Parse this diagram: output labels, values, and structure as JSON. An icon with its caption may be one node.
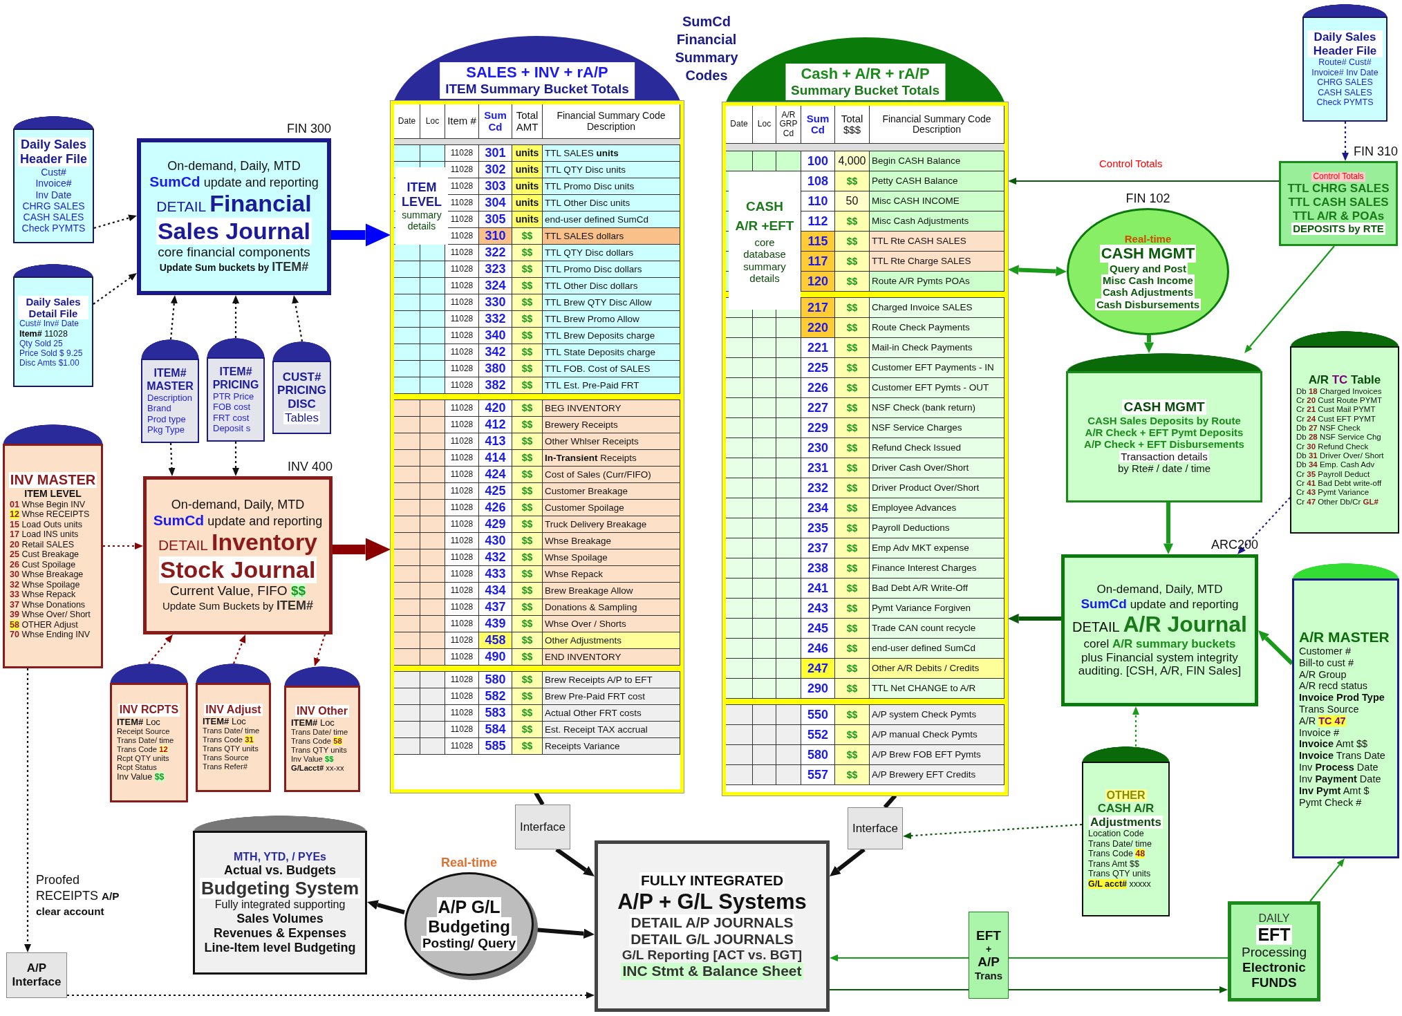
{
  "diagram": {
    "nodes": [
      {
        "text": [
          "Daily Sales Header File",
          "Cust#",
          "Invoice#",
          "Inv Date",
          "CHRG SALES",
          "CASH SALES",
          "Check PYMTS"
        ]
      },
      {
        "text": [
          "Daily Sales Detail File",
          "Cust# Inv# Date",
          "**Item#** 11028",
          "Qty Sold 25",
          "Price Sold $ 9.25",
          "Disc Amts $1.00"
        ]
      },
      {
        "text": [
          "On-demand, Daily, MTD",
          "**SumCd** update and reporting",
          "DETAIL **Financial**",
          "Sales Journal",
          "core financial components",
          "Update Sum buckets by **ITEM#**"
        ],
        "beside": [
          "FIN 300"
        ]
      },
      {
        "text": [
          "ITEM# MASTER",
          "Description",
          "Brand",
          "Prod type",
          "Pkg Type"
        ]
      },
      {
        "text": [
          "ITEM# PRICING",
          "PTR Price",
          "FOB cost",
          "FRT cost",
          "Deposit s"
        ]
      },
      {
        "text": [
          "CUST# PRICING DISC",
          "Tables"
        ]
      },
      {
        "text": [
          "INV MASTER",
          "ITEM LEVEL",
          "**01** Whse Begin INV",
          "**12** Whse RECEIPTS",
          "**15** Load Outs units",
          "**17** Load INS units",
          "**20** Retail SALES",
          "**25** Cust Breakage",
          "**26** Cust Spoilage",
          "**30** Whse Breakage",
          "**32** Whse Spoilage",
          "**33** Whse Repack",
          "**37** Whse Donations",
          "**39** Whse Over/ Short",
          "**58** OTHER Adjust",
          "**70** Whse Ending INV"
        ]
      },
      {
        "text": [
          "On-demand, Daily, MTD",
          "**SumCd** update and reporting",
          "DETAIL **Inventory**",
          "Stock Journal",
          "Current Value, FIFO **$$**",
          "Update Sum Buckets by **ITEM#**"
        ],
        "beside": [
          "INV 400"
        ]
      },
      {
        "text": [
          "INV RCPTS",
          "**ITEM#** Loc",
          "Receipt Source",
          "Trans Date/ time",
          "Trans Code **12**",
          "Rcpt QTY units",
          "Rcpt Status",
          "Inv Value **$$**"
        ]
      },
      {
        "text": [
          "INV Adjust",
          "**ITEM#** Loc",
          "Trans Date/ time",
          "Trans Code **31**",
          "Trans QTY units",
          "Trans Source",
          "Trans Refer#"
        ]
      },
      {
        "text": [
          "INV Other",
          "**ITEM#** Loc",
          "Trans Date/ time",
          "Trans Code **58**",
          "Trans QTY units",
          "Inv Value **$$**",
          "**G/Lacct#** xx-xx"
        ]
      },
      {
        "text": [
          "SALES + INV + rA/P",
          "ITEM Summary Bucket Totals",
          "Date",
          "Loc",
          "Item #",
          "Sum Cd",
          "Total AMT",
          "Financial Summary Code Description",
          "11028",
          "301",
          "units",
          "TTL SALES **units**",
          "11028",
          "302",
          "units",
          "TTL QTY Disc units",
          "11028",
          "303",
          "units",
          "TTL Promo Disc units",
          "11028",
          "304",
          "units",
          "TTL Other Disc units",
          "11028",
          "305",
          "units",
          "end-user defined SumCd",
          "11028",
          "310",
          "$$",
          "TTL SALES dollars",
          "11028",
          "322",
          "$$",
          "TTL QTY Disc dollars",
          "11028",
          "323",
          "$$",
          "TTL Promo Disc dollars",
          "11028",
          "324",
          "$$",
          "TTL Other Disc dollars",
          "11028",
          "330",
          "$$",
          "TTL Brew QTY Disc Allow",
          "11028",
          "332",
          "$$",
          "TTL Brew Promo Allow",
          "11028",
          "340",
          "$$",
          "TTL Brew Deposits charge",
          "11028",
          "342",
          "$$",
          "TTL State Deposits charge",
          "11028",
          "380",
          "$$",
          "TTL FOB. Cost of SALES",
          "11028",
          "382",
          "$$",
          "TTL Est. Pre-Paid FRT",
          "11028",
          "420",
          "$$",
          "BEG INVENTORY",
          "11028",
          "412",
          "$$",
          "Brewery Receipts",
          "11028",
          "413",
          "$$",
          "Other Whlser Receipts",
          "11028",
          "414",
          "$$",
          "**In-Transient** Receipts",
          "11028",
          "424",
          "$$",
          "Cost of Sales (Curr/FIFO)",
          "11028",
          "425",
          "$$",
          "Customer Breakage",
          "11028",
          "426",
          "$$",
          "Customer Spoilage",
          "11028",
          "429",
          "$$",
          "Truck Delivery Breakage",
          "11028",
          "430",
          "$$",
          "Whse Breakage",
          "11028",
          "432",
          "$$",
          "Whse Spoilage",
          "11028",
          "433",
          "$$",
          "Whse Repack",
          "11028",
          "434",
          "$$",
          "Brew Breakage Allow",
          "11028",
          "437",
          "$$",
          "Donations & Sampling",
          "11028",
          "439",
          "$$",
          "Whse Over / Shorts",
          "11028",
          "458",
          "$$",
          "Other Adjustments",
          "11028",
          "490",
          "$$",
          "END INVENTORY",
          "11028",
          "580",
          "$$",
          "Brew Receipts A/P to EFT",
          "11028",
          "582",
          "$$",
          "Brew Pre-Paid FRT cost",
          "11028",
          "583",
          "$$",
          "Actual Other FRT costs",
          "11028",
          "584",
          "$$",
          "Est. Receipt TAX accrual",
          "11028",
          "585",
          "$$",
          "Receipts Variance"
        ]
      },
      {
        "text": [
          "ITEM LEVEL",
          "summary details"
        ],
        "in": 11
      },
      {
        "text": [
          "Cash + A/R + rA/P",
          "Summary Bucket Totals",
          "Date",
          "Loc",
          "A/R GRP Cd",
          "Sum Cd",
          "Total $$$",
          "Financial Summary Code Description",
          "100",
          "4,000",
          "Begin CASH Balance",
          "108",
          "$$",
          "Petty CASH Balance",
          "110",
          "50",
          "Misc CASH INCOME",
          "112",
          "$$",
          "Misc Cash Adjustments",
          "115",
          "$$",
          "TTL Rte CASH SALES",
          "117",
          "$$",
          "TTL Rte Charge SALES",
          "120",
          "$$",
          "Route A/R Pymts POAs",
          "217",
          "$$",
          "Charged Invoice SALES",
          "220",
          "$$",
          "Route Check Payments",
          "221",
          "$$",
          "Mail-in Check Payments",
          "225",
          "$$",
          "Customer EFT Payments - IN",
          "226",
          "$$",
          "Customer EFT Pymts - OUT",
          "227",
          "$$",
          "NSF Check (bank return)",
          "229",
          "$$",
          "NSF Service Charges",
          "230",
          "$$",
          "Refund Check Issued",
          "231",
          "$$",
          "Driver Cash Over/Short",
          "232",
          "$$",
          "Driver Product Over/Short",
          "234",
          "$$",
          "Employee Advances",
          "235",
          "$$",
          "Payroll Deductions",
          "237",
          "$$",
          "Emp Adv MKT expense",
          "238",
          "$$",
          "Finance Interest Charges",
          "241",
          "$$",
          "Bad Debt A/R Write-Off",
          "243",
          "$$",
          "Pymt Variance Forgiven",
          "245",
          "$$",
          "Trade CAN count recycle",
          "246",
          "$$",
          "end-user defined SumCd",
          "247",
          "$$",
          "Other A/R Debits / Credits",
          "290",
          "$$",
          "TTL Net CHANGE to A/R",
          "550",
          "$$",
          "A/P system Check Pymts",
          "552",
          "$$",
          "A/P manual Check Pymts",
          "580",
          "$$",
          "A/P Brew FOB EFT Pymts",
          "557",
          "$$",
          "A/P Brewery EFT Credits"
        ]
      },
      {
        "text": [
          "CASH A/R +EFT",
          "core database summary details"
        ],
        "in": 13
      },
      {
        "text": [
          "Interface"
        ]
      },
      {
        "text": [
          "Interface"
        ]
      },
      {
        "text": [
          "MTH, YTD, / PYEs",
          "Actual vs. Budgets",
          "Budgeting System",
          "Fully integrated supporting",
          "Sales Volumes",
          "Revenues & Expenses",
          "Line-Item level Budgeting"
        ]
      },
      {
        "text": [
          "A/P G/L",
          "Budgeting",
          "Posting/ Query"
        ],
        "beside": [
          "Real-time"
        ]
      },
      {
        "text": [
          "FULLY INTEGRATED",
          "A/P + G/L Systems",
          "DETAIL A/P JOURNALS",
          "DETAIL G/L JOURNALS",
          "G/L Reporting [ACT vs. BGT]",
          "INC Stmt & Balance Sheet"
        ]
      },
      {
        "text": [
          "A/P Interface"
        ]
      },
      {
        "text": [
          "Daily Sales Header File",
          "Route# Cust#",
          "Invoice# Inv Date",
          "CHRG SALES",
          "CASH SALES",
          "Check PYMTS"
        ]
      },
      {
        "text": [
          "Control Totals",
          "TTL CHRG SALES",
          "TTL CASH SALES",
          "TTL A/R & POAs",
          "DEPOSITS by RTE"
        ],
        "beside": [
          "FIN 310"
        ]
      },
      {
        "text": [
          "Real-time",
          "CASH MGMT",
          "Query and Post",
          "Misc Cash Income",
          "Cash Adjustments",
          "Cash Disbursements"
        ],
        "beside": [
          "FIN 102"
        ]
      },
      {
        "text": [
          "CASH MGMT",
          "CASH Sales Deposits by Route",
          "A/R Check + EFT Pymt Deposits",
          "A/P Check + EFT Disbursements",
          "Transaction details",
          "by Rte# / date / time"
        ]
      },
      {
        "text": [
          "A/R **TC** Table",
          "Db **18** Charged Invoices",
          "Cr **20** Cust Route PYMT",
          "Cr **21** Cust Mail PYMT",
          "Cr **24** Cust EFT PYMT",
          "Db **27** NSF Check",
          "Db **28** NSF Service Chg",
          "Cr **30** Refund Check",
          "Db **31** Driver Over/ Short",
          "Db **34** Emp. Cash Adv",
          "Cr **35** Payroll Deduct",
          "Cr **41** Bad Debt write-off",
          "Cr **43** Pymt Variance",
          "Cr **47** Other Db/Cr **GL#**"
        ]
      },
      {
        "text": [
          "On-demand, Daily, MTD",
          "**SumCd** update and reporting",
          "DETAIL **A/R Journal**",
          "corel **A/R summary buckets**",
          "plus Financial system integrity",
          "auditing. [CSH, A/R, FIN Sales]"
        ],
        "beside": [
          "ARC200"
        ]
      },
      {
        "text": [
          "A/R MASTER",
          "Customer #",
          "Bill-to cust #",
          "A/R Group",
          "A/R recd status",
          "**Invoice Prod Type**",
          "Trans Source",
          "A/R **TC 47**",
          "Invoice #",
          "**Invoice** Amt $$",
          "**Invoice** Trans Date",
          "Inv **Process** Date",
          "Inv **Payment** Date",
          "**Inv Pymt** Amt $",
          "Pymt Check #"
        ]
      },
      {
        "text": [
          "OTHER",
          "CASH A/R",
          "Adjustments",
          "Location Code",
          "Trans Date/ time",
          "Trans Code **48**",
          "Trans Amt $$",
          "Trans QTY units",
          "**G/L acct#** xxxxx"
        ]
      },
      {
        "text": [
          "EFT",
          "+",
          "A/P",
          "Trans"
        ]
      },
      {
        "text": [
          "DAILY",
          "EFT",
          "Processing",
          "Electronic FUNDS"
        ]
      }
    ],
    "edges": [
      {
        "from": 0,
        "to": 2,
        "arrow": "to",
        "style": "dashed"
      },
      {
        "from": 1,
        "to": 2,
        "arrow": "to",
        "style": "dashed"
      },
      {
        "from": 3,
        "to": 2,
        "arrow": "to",
        "style": "dashed"
      },
      {
        "from": 4,
        "to": 2,
        "arrow": "to",
        "style": "dashed"
      },
      {
        "from": 5,
        "to": 2,
        "arrow": "to",
        "style": "dashed"
      },
      {
        "from": 3,
        "to": 7,
        "arrow": "to",
        "style": "dashed"
      },
      {
        "from": 4,
        "to": 7,
        "arrow": "to",
        "style": "dashed"
      },
      {
        "from": 6,
        "to": 7,
        "arrow": "to",
        "style": "dashed",
        "color": "#8b0000"
      },
      {
        "from": 8,
        "to": 7,
        "arrow": "to",
        "style": "dashed",
        "color": "#8b0000"
      },
      {
        "from": 9,
        "to": 7,
        "arrow": "to",
        "style": "dashed",
        "color": "#8b0000"
      },
      {
        "from": 7,
        "to": 10,
        "arrow": "to",
        "style": "dashed",
        "color": "#8b0000"
      },
      {
        "from": 2,
        "to": 11,
        "arrow": "to",
        "style": "thick",
        "color": "#0000ff"
      },
      {
        "from": 7,
        "to": 11,
        "arrow": "to",
        "style": "thick",
        "color": "#8b0000"
      },
      {
        "from": 6,
        "to": 20,
        "arrow": "to",
        "style": "dashed",
        "label": "Proofed RECEIPTS **A/P clear account**"
      },
      {
        "from": 20,
        "to": 19,
        "arrow": "to",
        "style": "dashed"
      },
      {
        "from": 11,
        "to": 15,
        "arrow": "none",
        "style": "thick"
      },
      {
        "from": 15,
        "to": 19,
        "arrow": "to",
        "style": "thick"
      },
      {
        "from": 13,
        "to": 16,
        "arrow": "none",
        "style": "thick"
      },
      {
        "from": 16,
        "to": 19,
        "arrow": "to",
        "style": "thick"
      },
      {
        "from": 28,
        "to": 16,
        "arrow": "to",
        "style": "dashed",
        "color": "#0a5a0a"
      },
      {
        "from": 18,
        "to": 17,
        "arrow": "to",
        "style": "thick"
      },
      {
        "from": 18,
        "to": 19,
        "arrow": "to",
        "style": "thick"
      },
      {
        "from": 22,
        "to": 13,
        "arrow": "to",
        "color": "#0a5a0a",
        "label": "Control Totals"
      },
      {
        "from": 23,
        "to": 13,
        "arrow": "both",
        "style": "thick",
        "color": "#1a9a1a"
      },
      {
        "from": 23,
        "to": 24,
        "arrow": "to",
        "style": "thick",
        "color": "#1a9a1a"
      },
      {
        "from": 22,
        "to": 24,
        "arrow": "to",
        "color": "#1a9a1a"
      },
      {
        "from": 21,
        "to": 22,
        "arrow": "to",
        "style": "dashed",
        "color": "#1a1a8a"
      },
      {
        "from": 25,
        "to": 26,
        "arrow": "to",
        "style": "dashed",
        "color": "#1a1a8a"
      },
      {
        "from": 24,
        "to": 26,
        "arrow": "to",
        "style": "thick",
        "color": "#1a9a1a"
      },
      {
        "from": 26,
        "to": 13,
        "arrow": "to",
        "style": "thick",
        "color": "#0a5a0a"
      },
      {
        "from": 27,
        "to": 26,
        "arrow": "to",
        "style": "thick",
        "color": "#1a9a1a"
      },
      {
        "from": 28,
        "to": 26,
        "arrow": "to",
        "style": "dashed",
        "color": "#1a9a1a"
      },
      {
        "from": 30,
        "to": 29,
        "arrow": "none",
        "color": "#1a9a1a"
      },
      {
        "from": 29,
        "to": 19,
        "arrow": "to",
        "color": "#1a9a1a"
      },
      {
        "from": 19,
        "to": 29,
        "arrow": "none",
        "color": "#0a5a0a"
      },
      {
        "from": 29,
        "to": 30,
        "arrow": "to",
        "color": "#0a5a0a"
      },
      {
        "from": 30,
        "to": 27,
        "arrow": "to",
        "color": "#1a9a1a"
      }
    ],
    "labels": [
      "SumCd Financial Summary Codes"
    ]
  }
}
